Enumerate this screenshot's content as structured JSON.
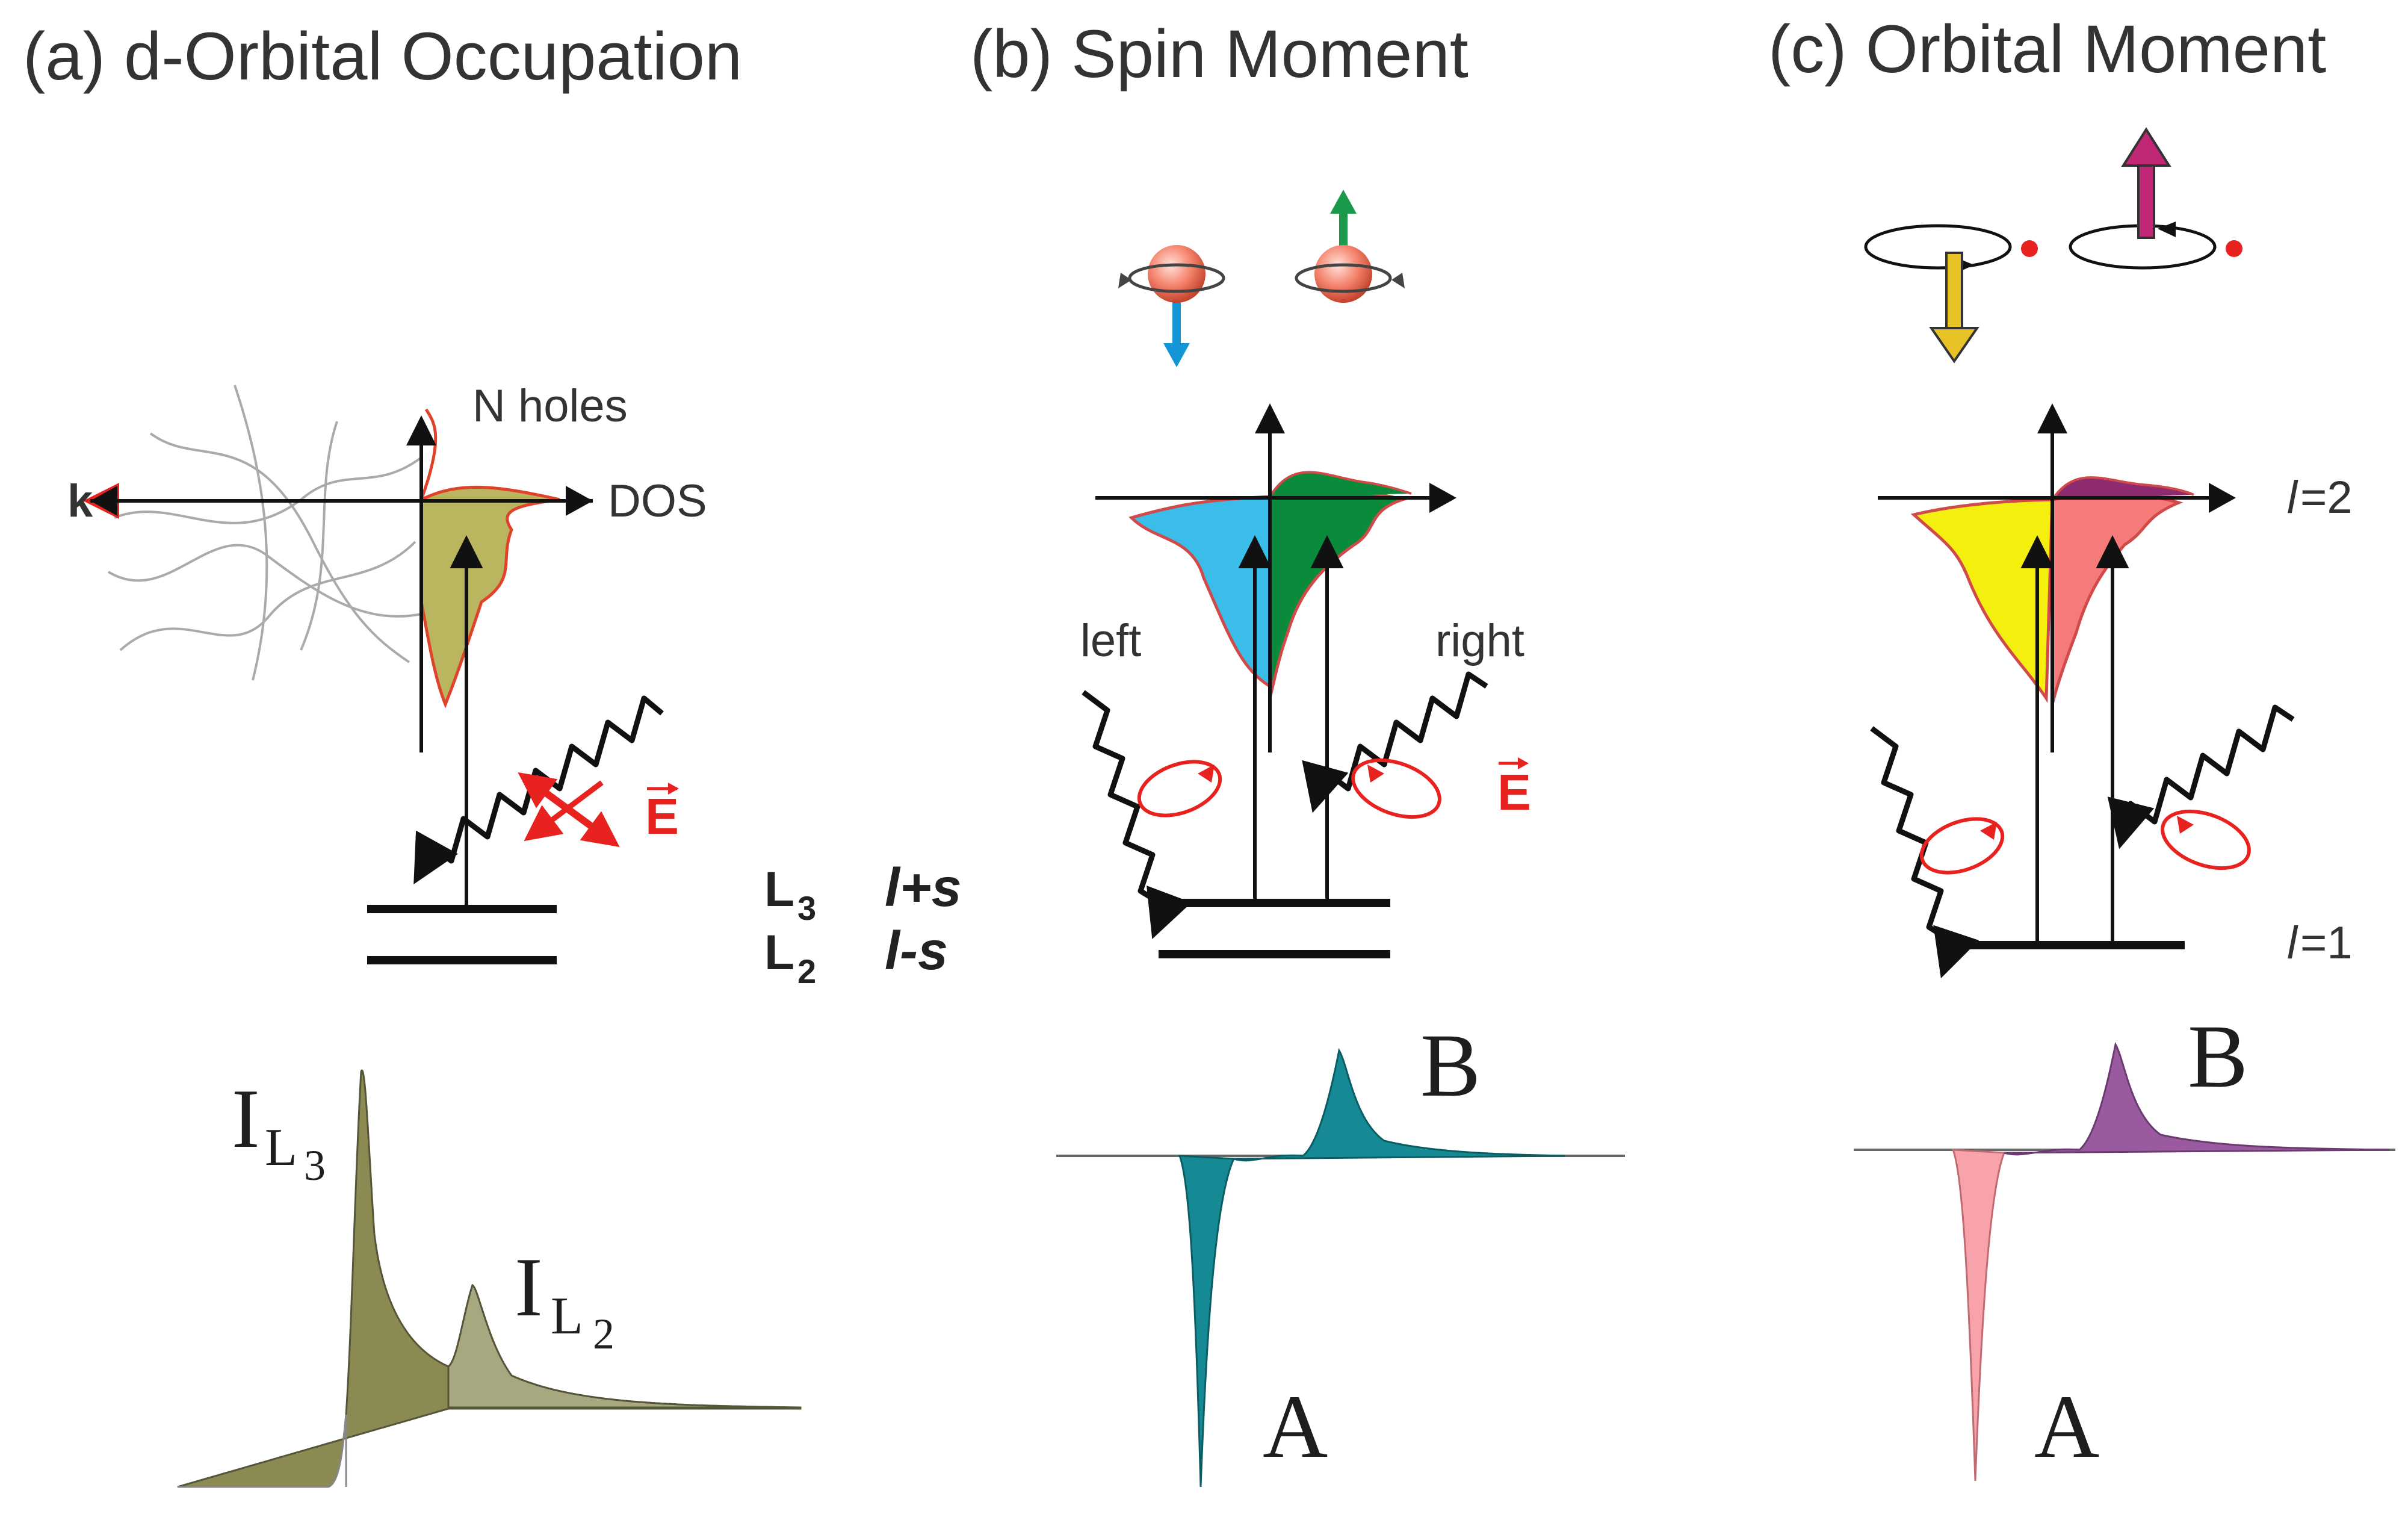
{
  "colors": {
    "red": "#e8231f",
    "olive": "#b9b65f",
    "olive_dark": "#8a8a52",
    "olive_light": "#a7a780",
    "cyan": "#3bbdea",
    "green": "#0a8a3b",
    "teal": "#158a94",
    "yellow": "#f5ef0f",
    "salmon": "#f47b79",
    "magenta": "#8e2a70",
    "pink": "#f8a3ab",
    "purple": "#9a5aa0",
    "gold": "#e8c328",
    "blue_arrow": "#1496d6",
    "green_arrow": "#1a9a4a"
  },
  "panels": {
    "a": {
      "title": "(a) d-Orbital Occupation",
      "k_label": "k",
      "dos_label": "DOS",
      "holes_label": "N holes",
      "e_label": "E",
      "L3": {
        "letter": "L",
        "sub": "3",
        "term": "l+s"
      },
      "L2": {
        "letter": "L",
        "sub": "2",
        "term": "l-s"
      },
      "IL3": {
        "letter": "I",
        "sub_letter": "L",
        "sub_num": "3"
      },
      "IL2": {
        "letter": "I",
        "sub_letter": "L",
        "sub_num": "2"
      }
    },
    "b": {
      "title": "(b) Spin Moment",
      "left_label": "left",
      "right_label": "right",
      "e_label": "E",
      "peak_B": "B",
      "peak_A": "A"
    },
    "c": {
      "title": "(c) Orbital Moment",
      "l2_italic": "l",
      "l2_rest": "=2",
      "l1_italic": "l",
      "l1_rest": "=1",
      "peak_B": "B",
      "peak_A": "A"
    }
  },
  "icons": [
    "spin-sphere-icon",
    "orbit-loop-icon",
    "wavy-photon-icon",
    "circular-polarization-icon",
    "linear-polarization-icon"
  ]
}
